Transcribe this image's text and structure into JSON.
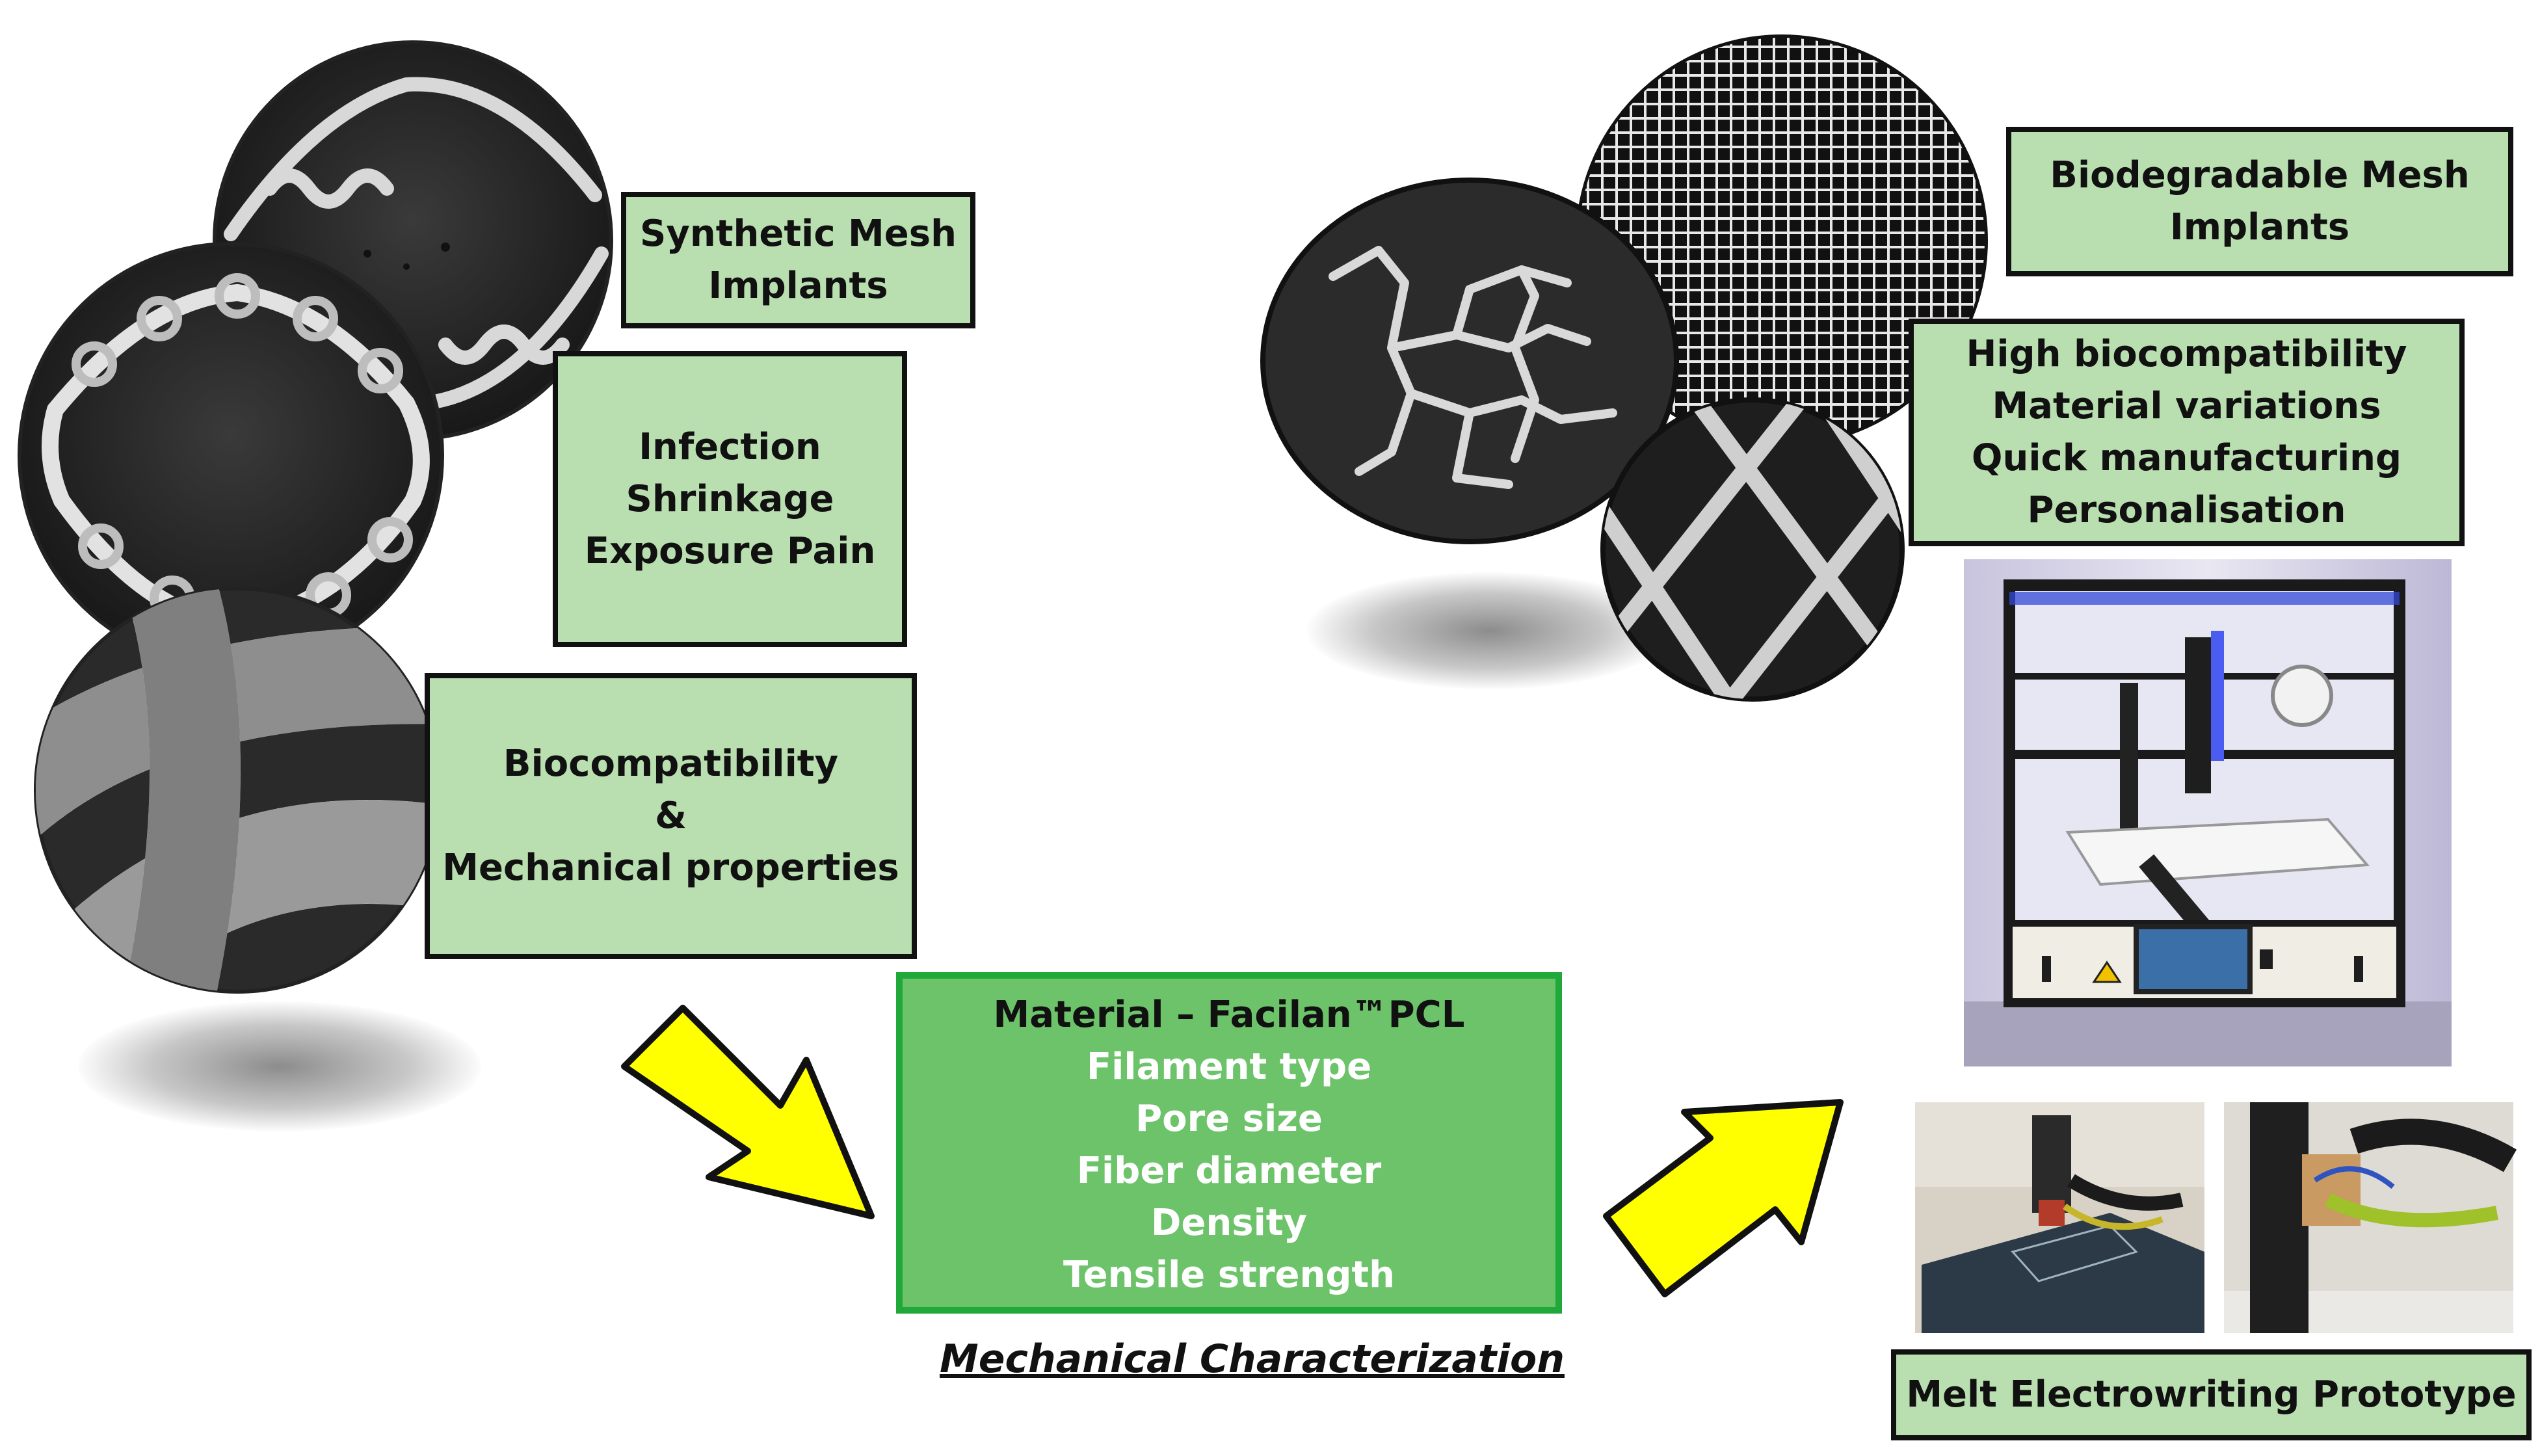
{
  "left_group": {
    "synthetic_mesh_box": {
      "lines": [
        "Synthetic Mesh",
        "Implants"
      ]
    },
    "complications_box": {
      "lines": [
        "Infection",
        "Shrinkage",
        "Exposure Pain"
      ]
    },
    "requirements_box": {
      "lines": [
        "Biocompatibility",
        "&",
        "Mechanical properties"
      ]
    }
  },
  "center_group": {
    "material_box": {
      "heading": "Material – Facilan™PCL",
      "parameters": [
        "Filament type",
        "Pore size",
        "Fiber diameter",
        "Density",
        "Tensile strength"
      ]
    },
    "caption": "Mechanical Characterization"
  },
  "right_group": {
    "biodegradable_box": {
      "lines": [
        "Biodegradable Mesh",
        "Implants"
      ]
    },
    "advantages_box": {
      "lines": [
        "High biocompatibility",
        "Material variations",
        "Quick manufacturing",
        "Personalisation"
      ]
    },
    "prototype_box": {
      "label": "Melt Electrowriting Prototype"
    }
  },
  "colors": {
    "label_box_fill": "#b9dfb0",
    "material_box_fill": "#6cc36a",
    "material_box_border": "#21a83a",
    "arrow_fill": "#ffff00",
    "border": "#111111"
  }
}
